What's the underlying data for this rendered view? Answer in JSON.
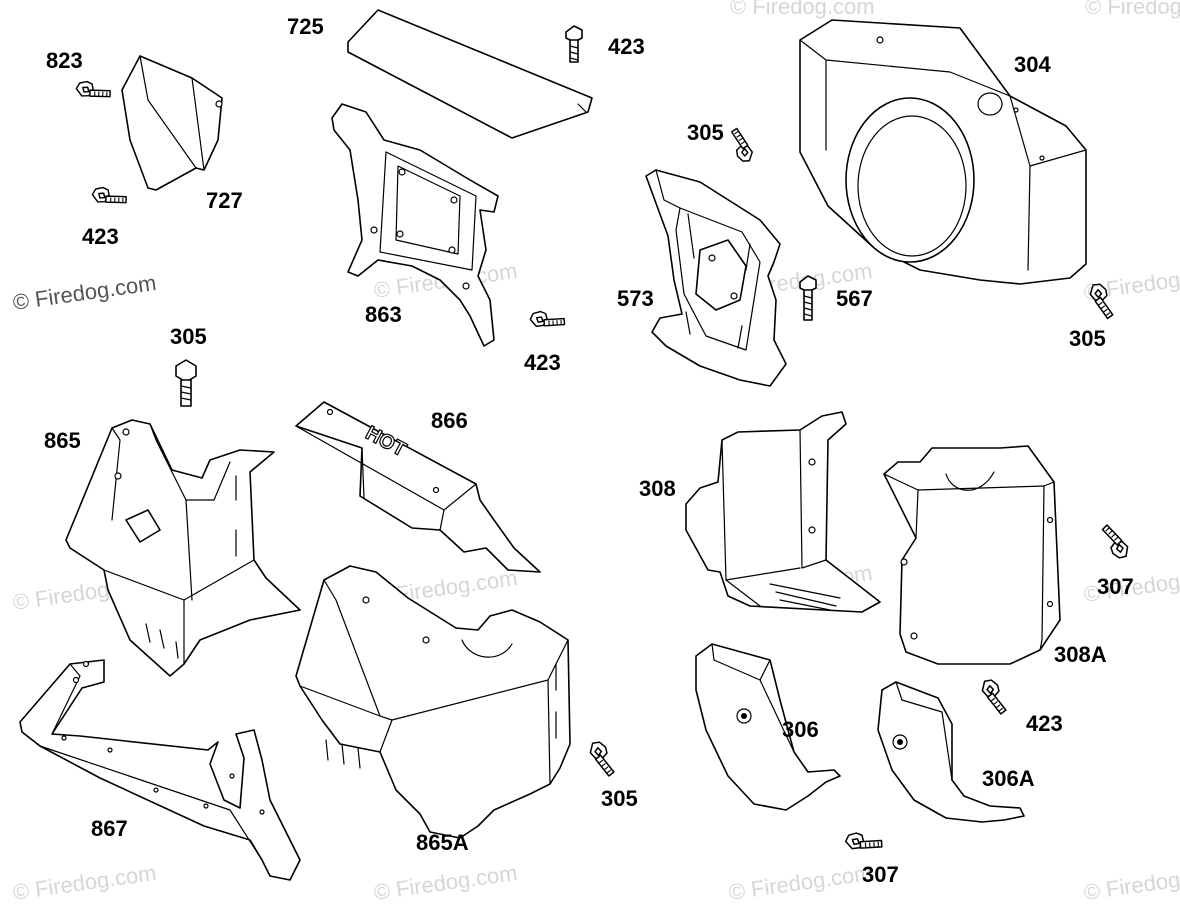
{
  "diagram": {
    "watermark": "© Firedog.com",
    "hot_stamp": "HOT",
    "labels": {
      "p823": "823",
      "p725": "725",
      "p423_top": "423",
      "p304": "304",
      "p727": "727",
      "p423_left": "423",
      "p305_mid": "305",
      "p863": "863",
      "p423_863": "423",
      "p573": "573",
      "p567": "567",
      "p305_right": "305",
      "p305_left": "305",
      "p865": "865",
      "p866": "866",
      "p308": "308",
      "p307_right": "307",
      "p308a": "308A",
      "p867": "867",
      "p865a": "865A",
      "p305_bottom": "305",
      "p306": "306",
      "p423_bottom": "423",
      "p306a": "306A",
      "p307_bottom": "307"
    }
  }
}
